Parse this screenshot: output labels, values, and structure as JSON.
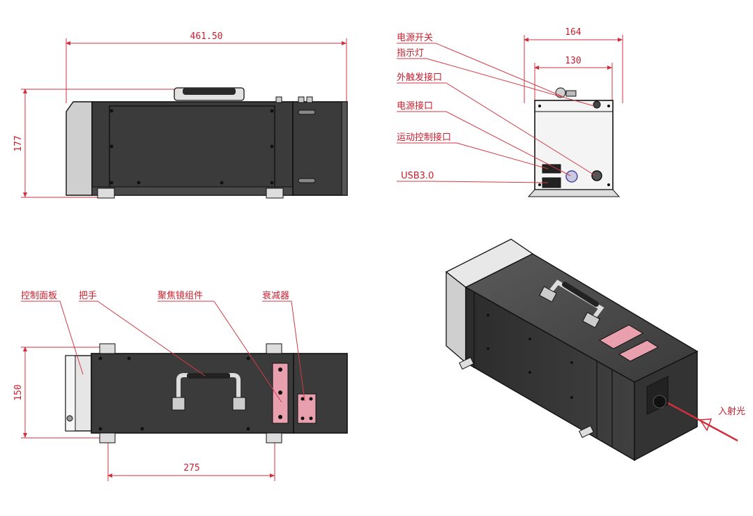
{
  "dimensions": {
    "length": "461.50",
    "height": "177",
    "width_total": "164",
    "width_inner": "130",
    "depth": "150",
    "handle_spacing": "275"
  },
  "front_view_labels": {
    "power_switch": "电源开关",
    "indicator_light": "指示灯",
    "external_trigger": "外触发接口",
    "power_port": "电源接口",
    "motion_control_port": "运动控制接口",
    "usb": "USB3.0"
  },
  "top_view_labels": {
    "control_panel": "控制面板",
    "handle": "把手",
    "focus_lens_assembly": "聚焦镜组件",
    "attenuator": "衰减器"
  },
  "iso_view_labels": {
    "incident_light": "入射光"
  },
  "colors": {
    "annotation": "#c81e2d",
    "body": "#3b3b3b",
    "accent_pink": "#e8a0ae"
  }
}
